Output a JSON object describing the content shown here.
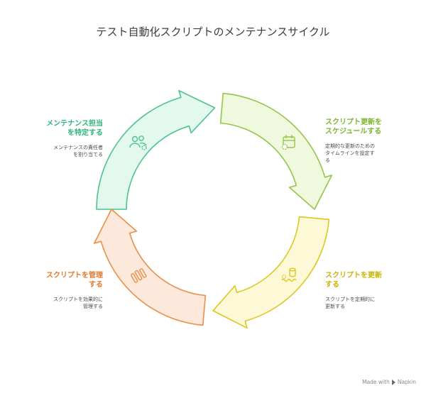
{
  "title": "テスト自動化スクリプトのメンテナンスサイクル",
  "steps": [
    {
      "head_lines": [
        "メンテナンス担当",
        "を特定する"
      ],
      "desc_lines": [
        "メンテナンスの責任者",
        "を割り当てる"
      ],
      "icon": "users-gear-icon",
      "stroke": "#4cc48a",
      "fill": "#e3f9ef"
    },
    {
      "head_lines": [
        "スクリプト更新を",
        "スケジュールする"
      ],
      "desc_lines": [
        "定期的な更新のための",
        "タイムラインを設定す",
        "る"
      ],
      "icon": "calendar-gear-icon",
      "stroke": "#92c64a",
      "fill": "#f0f8dd"
    },
    {
      "head_lines": [
        "スクリプトを更新",
        "する"
      ],
      "desc_lines": [
        "スクリプトを定期的に",
        "更新する"
      ],
      "icon": "database-refresh-icon",
      "stroke": "#dcc820",
      "fill": "#fdf8d6"
    },
    {
      "head_lines": [
        "スクリプトを管理",
        "する"
      ],
      "desc_lines": [
        "スクリプトを効果的に",
        "管理する"
      ],
      "icon": "tools-icon",
      "stroke": "#e8904a",
      "fill": "#fce9dc"
    }
  ],
  "brand": {
    "prefix": "Made with",
    "name": "Napkin"
  }
}
